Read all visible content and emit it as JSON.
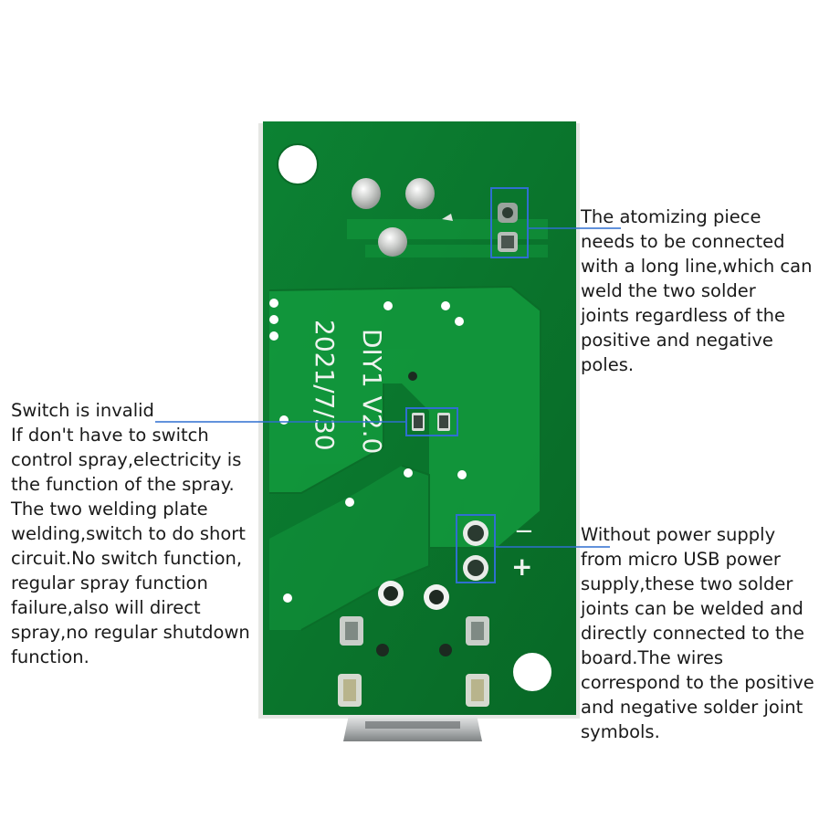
{
  "board": {
    "silkscreen_name": "DIY1  V2.0",
    "silkscreen_date": "2021/7/30",
    "minus_mark": "−",
    "plus_mark": "+"
  },
  "annotations": {
    "switch": {
      "lines": [
        "Switch is invalid",
        "If don't have to switch",
        "control spray,electricity is",
        "the function of the spray.",
        "The two welding plate",
        "welding,switch to do short",
        "circuit.No switch function,",
        "regular spray function",
        "failure,also will direct",
        "spray,no regular shutdown",
        "function."
      ]
    },
    "atomizer": {
      "lines": [
        "The atomizing piece",
        "needs to be connected",
        "with a long line,which can",
        "weld the two solder",
        "joints regardless of the",
        "positive and negative",
        "poles."
      ]
    },
    "power": {
      "lines": [
        "Without power supply",
        "from micro USB power",
        "supply,these two solder",
        "joints can be welded and",
        "directly connected to the",
        "board.The wires",
        "correspond to the positive",
        "and negative solder joint",
        "symbols."
      ]
    }
  },
  "colors": {
    "board_green": "#0b7a2e",
    "trace_green": "#12923a",
    "highlight_blue": "#2f6fd0"
  }
}
